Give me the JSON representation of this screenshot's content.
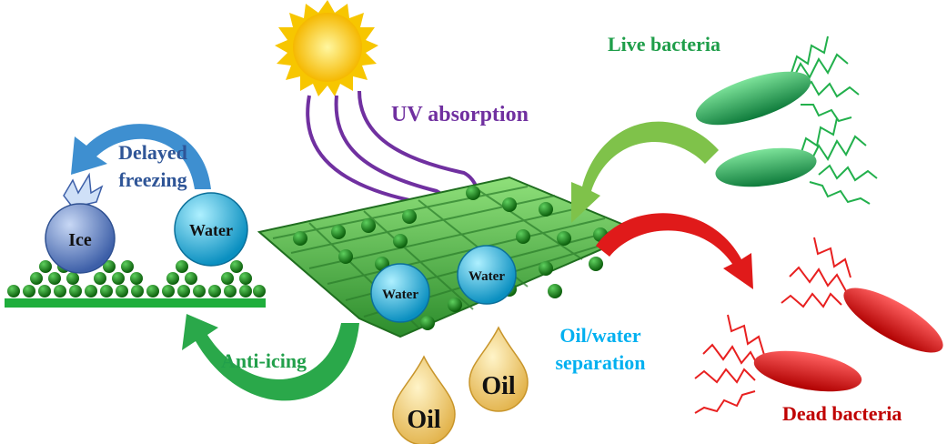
{
  "labels": {
    "live_bacteria": "Live bacteria",
    "uv_absorption": "UV absorption",
    "delayed": "Delayed",
    "freezing": "freezing",
    "ice": "Ice",
    "water_left": "Water",
    "water_mesh_1": "Water",
    "water_mesh_2": "Water",
    "anti_icing": "Anti-icing",
    "oil_1": "Oil",
    "oil_2": "Oil",
    "oil_water": "Oil/water",
    "separation": "separation",
    "dead_bacteria": "Dead bacteria"
  },
  "colors": {
    "live": "#1f9e4a",
    "uv": "#7030a0",
    "freeze": "#2f5597",
    "anti": "#22a04b",
    "sep": "#00b0f0",
    "dead": "#c00000"
  }
}
